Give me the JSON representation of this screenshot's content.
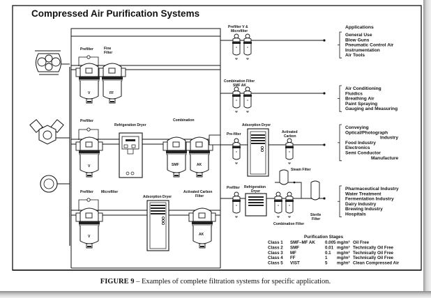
{
  "figure": {
    "title": "Compressed Air Purification Systems",
    "caption_bold": "FIGURE 9",
    "caption_text": " – Examples of complete filtration systems for specific application."
  },
  "left_system": {
    "row1": {
      "prefilter": "Prefilter",
      "fine_filter_1": "Fine",
      "fine_filter_2": "Filter",
      "filter_v": "V",
      "filter_ff": "FF"
    },
    "row2": {
      "prefilter": "Prefilter",
      "refrigeration_dryer": "Refrigeration Dryer",
      "combination": "Combination",
      "filter_v": "V",
      "filter_smf": "SMF",
      "filter_ak": "AK"
    },
    "row3": {
      "prefilter": "Prefilter",
      "microfilter": "Microfilter",
      "adsorption_dryer": "Adsorption Dryer",
      "activated_carbon_1": "Activated Carbon",
      "activated_carbon_2": "Filter",
      "filter_v": "V",
      "filter_ak": "AK"
    }
  },
  "branches": [
    {
      "label_1": "Prefilter V &",
      "label_2": "Microfilter"
    },
    {
      "label_1": "Combination Filter",
      "label_2": "SMF  AK"
    },
    {
      "prefilter": "Pre-filter",
      "dryer": "Adsorption Dryer",
      "carbon_1": "Activated",
      "carbon_2": "Carbon"
    },
    {
      "prefilter": "Prefilter",
      "dryer_1": "Refrigeration",
      "dryer_2": "Dryer",
      "steam": "Steam Filter",
      "sterile_1": "Sterile",
      "sterile_2": "Filter",
      "combination": "Combination Filter"
    }
  ],
  "applications": {
    "heading": "Applications",
    "groups": [
      [
        "General Use",
        "Blow Guns",
        "Pneumatic Control Air",
        "Instrumentation",
        "Air Tools"
      ],
      [
        "Air Conditioning",
        "Fluidics",
        "Breathing Air",
        "Paint Spraying",
        "Gauging and Measuring"
      ],
      [
        "Conveying",
        "Optical/Photograph",
        "Industry",
        "Food Industry",
        "Electronics",
        "Semi Conductor",
        "Manufacture"
      ],
      [
        "Pharmaceutical Industry",
        "Water Treatment",
        "Fermentation Industry",
        "Dairy Industry",
        "Brewing Industry",
        "Hospitals"
      ]
    ]
  },
  "purification_stages": {
    "heading": "Purification Stages",
    "rows": [
      {
        "class": "Class 1",
        "filters": "SMF–MF AK",
        "value": "0.005",
        "unit": "mg/m³",
        "result": "Oil Free"
      },
      {
        "class": "Class 2",
        "filters": "SMF",
        "value": "0.01",
        "unit": "mg/m³",
        "result": "Technically Oil Free"
      },
      {
        "class": "Class 3",
        "filters": "MF",
        "value": "0.1",
        "unit": "mg/m³",
        "result": "Technically Oil Free"
      },
      {
        "class": "Class 4",
        "filters": "FF",
        "value": "1",
        "unit": "mg/m³",
        "result": "Technically Oil Free"
      },
      {
        "class": "Class 5",
        "filters": "VIST",
        "value": "5",
        "unit": "mg/m³",
        "result": "Clean Compressed Air"
      }
    ]
  }
}
